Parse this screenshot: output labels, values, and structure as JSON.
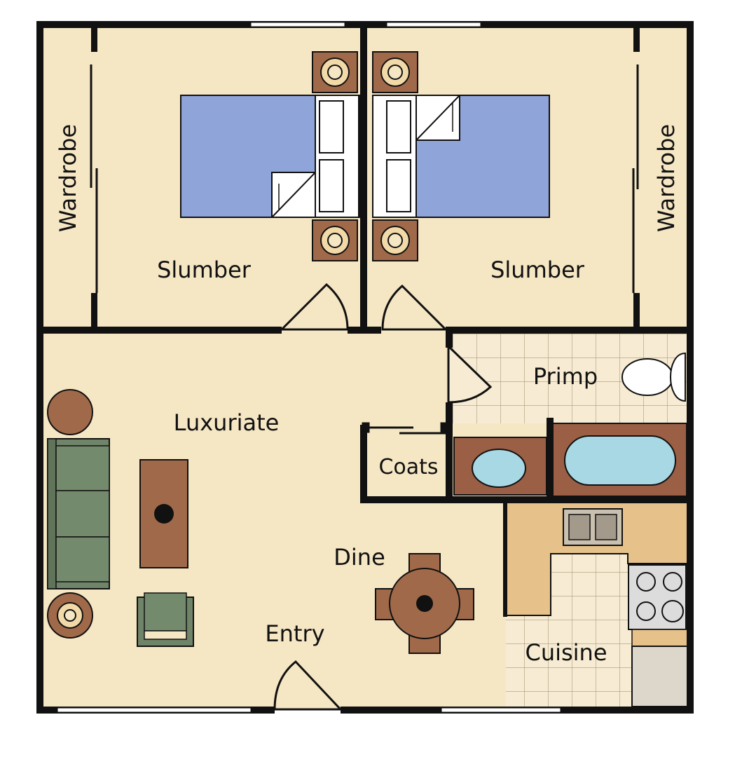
{
  "rooms": {
    "wardrobe_left": "Wardrobe",
    "slumber_left": "Slumber",
    "slumber_right": "Slumber",
    "wardrobe_right": "Wardrobe",
    "luxuriate": "Luxuriate",
    "primp": "Primp",
    "coats": "Coats",
    "dine": "Dine",
    "entry": "Entry",
    "cuisine": "Cuisine"
  },
  "colors": {
    "floor": "#f5e6c4",
    "wall": "#111111",
    "bed": "#8fa4d9",
    "wood": "#a06a4a",
    "sofa": "#6f8468",
    "water": "#a8d8e4",
    "counter": "#e6c28a",
    "tile_line": "#9b8f78",
    "appliance": "#d9d9d9"
  },
  "icons": [
    "bed-icon",
    "nightstand-icon",
    "sofa-icon",
    "armchair-icon",
    "coffee-table-icon",
    "side-table-icon",
    "dining-table-icon",
    "toilet-icon",
    "bathtub-icon",
    "sink-icon",
    "stove-icon",
    "kitchen-sink-icon",
    "refrigerator-icon",
    "door-swing-icon"
  ]
}
